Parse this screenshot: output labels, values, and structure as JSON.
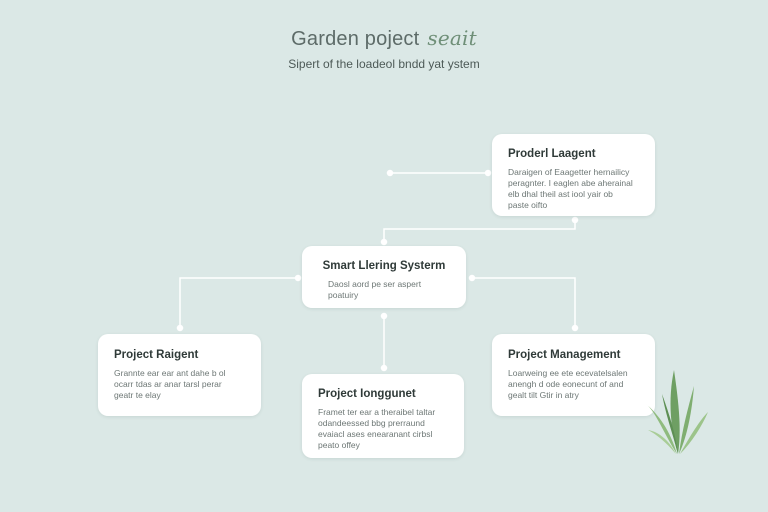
{
  "header": {
    "title": "Garden poject",
    "title_accent": "seait",
    "subtitle": "Sipert of the loadeol bndd yat ystem"
  },
  "nodes": {
    "top_right": {
      "title": "Proderl Laagent",
      "body": "Daraigen of Eaagetter hernailicy\nperagnter. I eaglen abe aherainal\nelb dhal theil ast iool yair ob\npaste oifto"
    },
    "center": {
      "title": "Smart Llering Systerm",
      "body": "Daosl aord pe ser aspert\npoatuiry"
    },
    "left": {
      "title": "Project Raigent",
      "body": "Grannte ear ear ant dahe b ol\nocarr tdas ar anar tarsl perar\ngeatr te elay"
    },
    "bottom": {
      "title": "Project Ionggunet",
      "body": "Framet ter ear a theraibel taltar\nodandeessed bbg prerraund\nevaiacl ases enearanant cirbsl\npeato offey"
    },
    "right": {
      "title": "Project Management",
      "body": "Loarweing ee ete ecevatelsalen\nanengh d ode eonecunt of and\ngealt tilt Gtir in atry"
    }
  },
  "colors": {
    "background": "#dbe8e6",
    "card": "#ffffff",
    "connector": "#ffffff",
    "leaf_dark": "#6e9f63",
    "leaf_light": "#9cc48a"
  },
  "decor": {
    "plant_icon": "leaf-plant-icon"
  }
}
